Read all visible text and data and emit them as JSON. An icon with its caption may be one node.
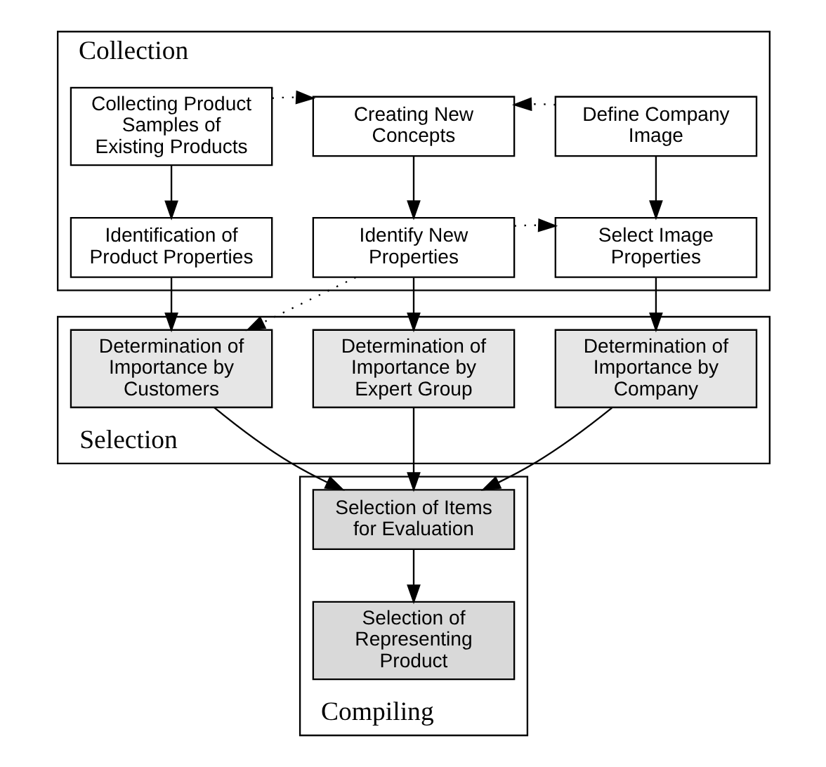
{
  "diagram": {
    "nodes": [
      {
        "text": [
          "Collection"
        ]
      },
      {
        "text": [
          "Collecting Product Samples of Existing Products"
        ],
        "in": 0
      },
      {
        "text": [
          "Creating New Concepts"
        ],
        "in": 0
      },
      {
        "text": [
          "Define Company Image"
        ],
        "in": 0
      },
      {
        "text": [
          "Identification of Product Properties"
        ],
        "in": 0
      },
      {
        "text": [
          "Identify New Properties"
        ],
        "in": 0
      },
      {
        "text": [
          "Select Image Properties"
        ],
        "in": 0
      },
      {
        "text": [
          "Selection"
        ]
      },
      {
        "text": [
          "Determination of Importance by Customers"
        ],
        "in": 7
      },
      {
        "text": [
          "Determination of Importance by Expert Group"
        ],
        "in": 7
      },
      {
        "text": [
          "Determination of Importance by Company"
        ],
        "in": 7
      },
      {
        "text": [
          "Compiling"
        ]
      },
      {
        "text": [
          "Selection of Items for Evaluation"
        ],
        "in": 11
      },
      {
        "text": [
          "Selection of Representing Product"
        ],
        "in": 11
      }
    ],
    "edges": [
      {
        "from": 1,
        "to": 2,
        "arrow": "to",
        "style": "dashed"
      },
      {
        "from": 3,
        "to": 2,
        "arrow": "to",
        "style": "dashed"
      },
      {
        "from": 1,
        "to": 4,
        "arrow": "to"
      },
      {
        "from": 2,
        "to": 5,
        "arrow": "to"
      },
      {
        "from": 3,
        "to": 6,
        "arrow": "to"
      },
      {
        "from": 5,
        "to": 6,
        "arrow": "to",
        "style": "dashed"
      },
      {
        "from": 5,
        "to": 8,
        "arrow": "to",
        "style": "dashed"
      },
      {
        "from": 4,
        "to": 8,
        "arrow": "to"
      },
      {
        "from": 5,
        "to": 9,
        "arrow": "to"
      },
      {
        "from": 6,
        "to": 10,
        "arrow": "to"
      },
      {
        "from": 8,
        "to": 12,
        "arrow": "to"
      },
      {
        "from": 9,
        "to": 12,
        "arrow": "to"
      },
      {
        "from": 10,
        "to": 12,
        "arrow": "to"
      },
      {
        "from": 12,
        "to": 13,
        "arrow": "to"
      }
    ]
  }
}
